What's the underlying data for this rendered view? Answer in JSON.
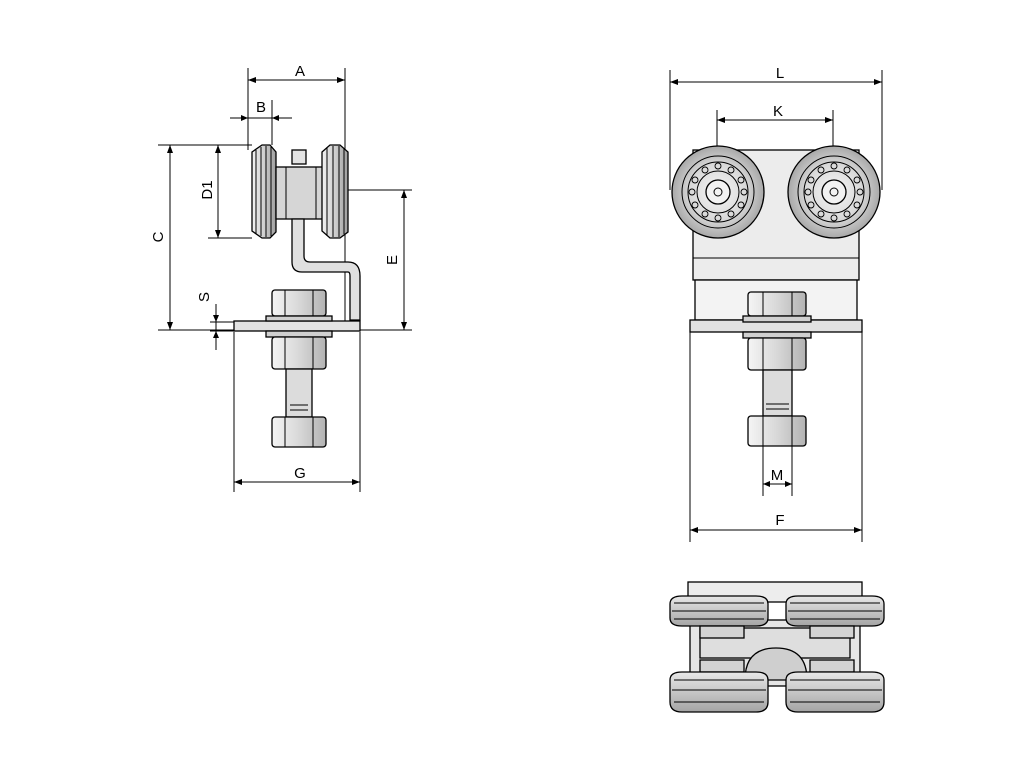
{
  "dimensions": {
    "A": "A",
    "B": "B",
    "D1": "D1",
    "C": "C",
    "S": "S",
    "E": "E",
    "G": "G",
    "L": "L",
    "K": "K",
    "M": "M",
    "F": "F"
  },
  "colors": {
    "line": "#000000",
    "fill_light": "#e6e6e6",
    "fill_mid": "#cfcfcf",
    "fill_dark": "#9a9a9a"
  }
}
